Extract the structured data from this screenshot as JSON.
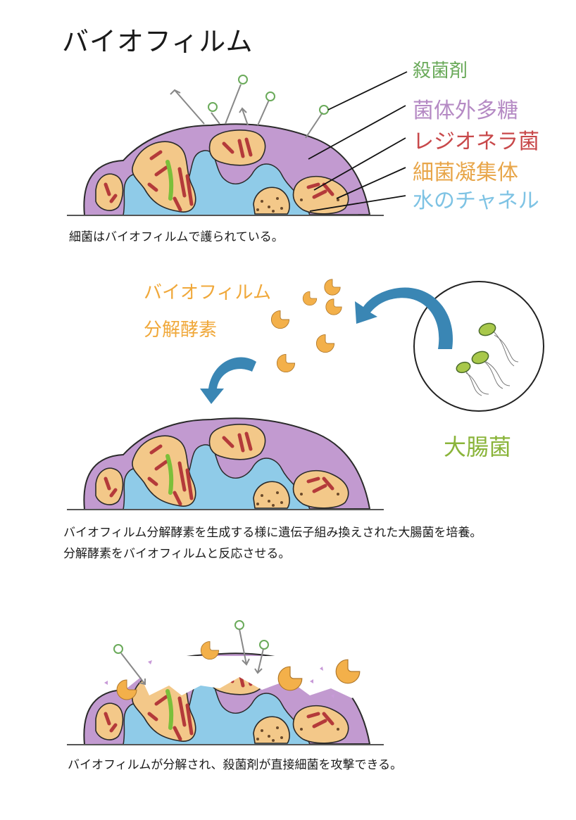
{
  "title": "バイオフィルム",
  "panel1": {
    "labels": {
      "bactericide": "殺菌剤",
      "polysaccharide": "菌体外多糖",
      "legionella": "レジオネラ菌",
      "aggregate": "細菌凝集体",
      "water_channel": "水のチャネル"
    },
    "caption": "細菌はバイオフィルムで護られている。"
  },
  "panel2": {
    "enzyme_label_line1": "バイオフィルム",
    "enzyme_label_line2": "分解酵素",
    "ecoli_label": "大腸菌",
    "caption_line1": "バイオフィルム分解酵素を生成する様に遺伝子組み換えされた大腸菌を培養。",
    "caption_line2": "分解酵素をバイオフィルムと反応させる。"
  },
  "panel3": {
    "caption": "バイオフィルムが分解され、殺菌剤が直接細菌を攻撃できる。"
  },
  "colors": {
    "bactericide": "#6aaa5a",
    "polysaccharide": "#b58ac4",
    "legionella": "#c8484a",
    "aggregate": "#e8a64a",
    "water_channel": "#7ec3e4",
    "enzyme": "#f0a83a",
    "arrow": "#3a86b4",
    "ecoli": "#8ab43a"
  }
}
